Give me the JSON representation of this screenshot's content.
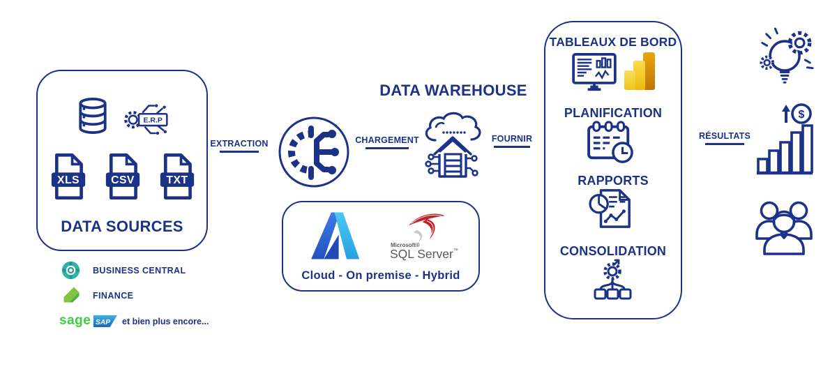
{
  "colors": {
    "navy": "#1b3287",
    "teal": "#2eb3a4",
    "finance_green_light": "#82c341",
    "finance_green_dark": "#2f9e3f",
    "sage_green": "#3ecc3e",
    "sap_blue": "#1767bf",
    "powerbi_gold": "#f2c811",
    "powerbi_amber": "#be7609",
    "azure_blue": "#2352c0",
    "azure_cyan": "#4ac9f2",
    "sql_red": "#c32128",
    "text_gray": "#58595b"
  },
  "data_sources": {
    "title": "DATA SOURCES",
    "erp_label": "E.R.P",
    "file_types": [
      "XLS",
      "CSV",
      "TXT"
    ],
    "logos": {
      "business_central": "BUSINESS CENTRAL",
      "finance": "FINANCE",
      "sage": "sage",
      "sap": "SAP",
      "more": "et bien plus encore..."
    }
  },
  "flow": {
    "extraction": "EXTRACTION",
    "chargement": "CHARGEMENT",
    "fournir": "FOURNIR",
    "resultats": "RÉSULTATS"
  },
  "warehouse": {
    "title": "DATA WAREHOUSE"
  },
  "platform": {
    "microsoft": "Microsoft®",
    "sql_server": "SQL Server",
    "sql_tm": "™",
    "caption": "Cloud - On premise - Hybrid"
  },
  "outputs": {
    "dashboard": "TABLEAUX DE BORD",
    "planning": "PLANIFICATION",
    "reports": "RAPPORTS",
    "consolidation": "CONSOLIDATION"
  },
  "results": {
    "currency": "$"
  }
}
